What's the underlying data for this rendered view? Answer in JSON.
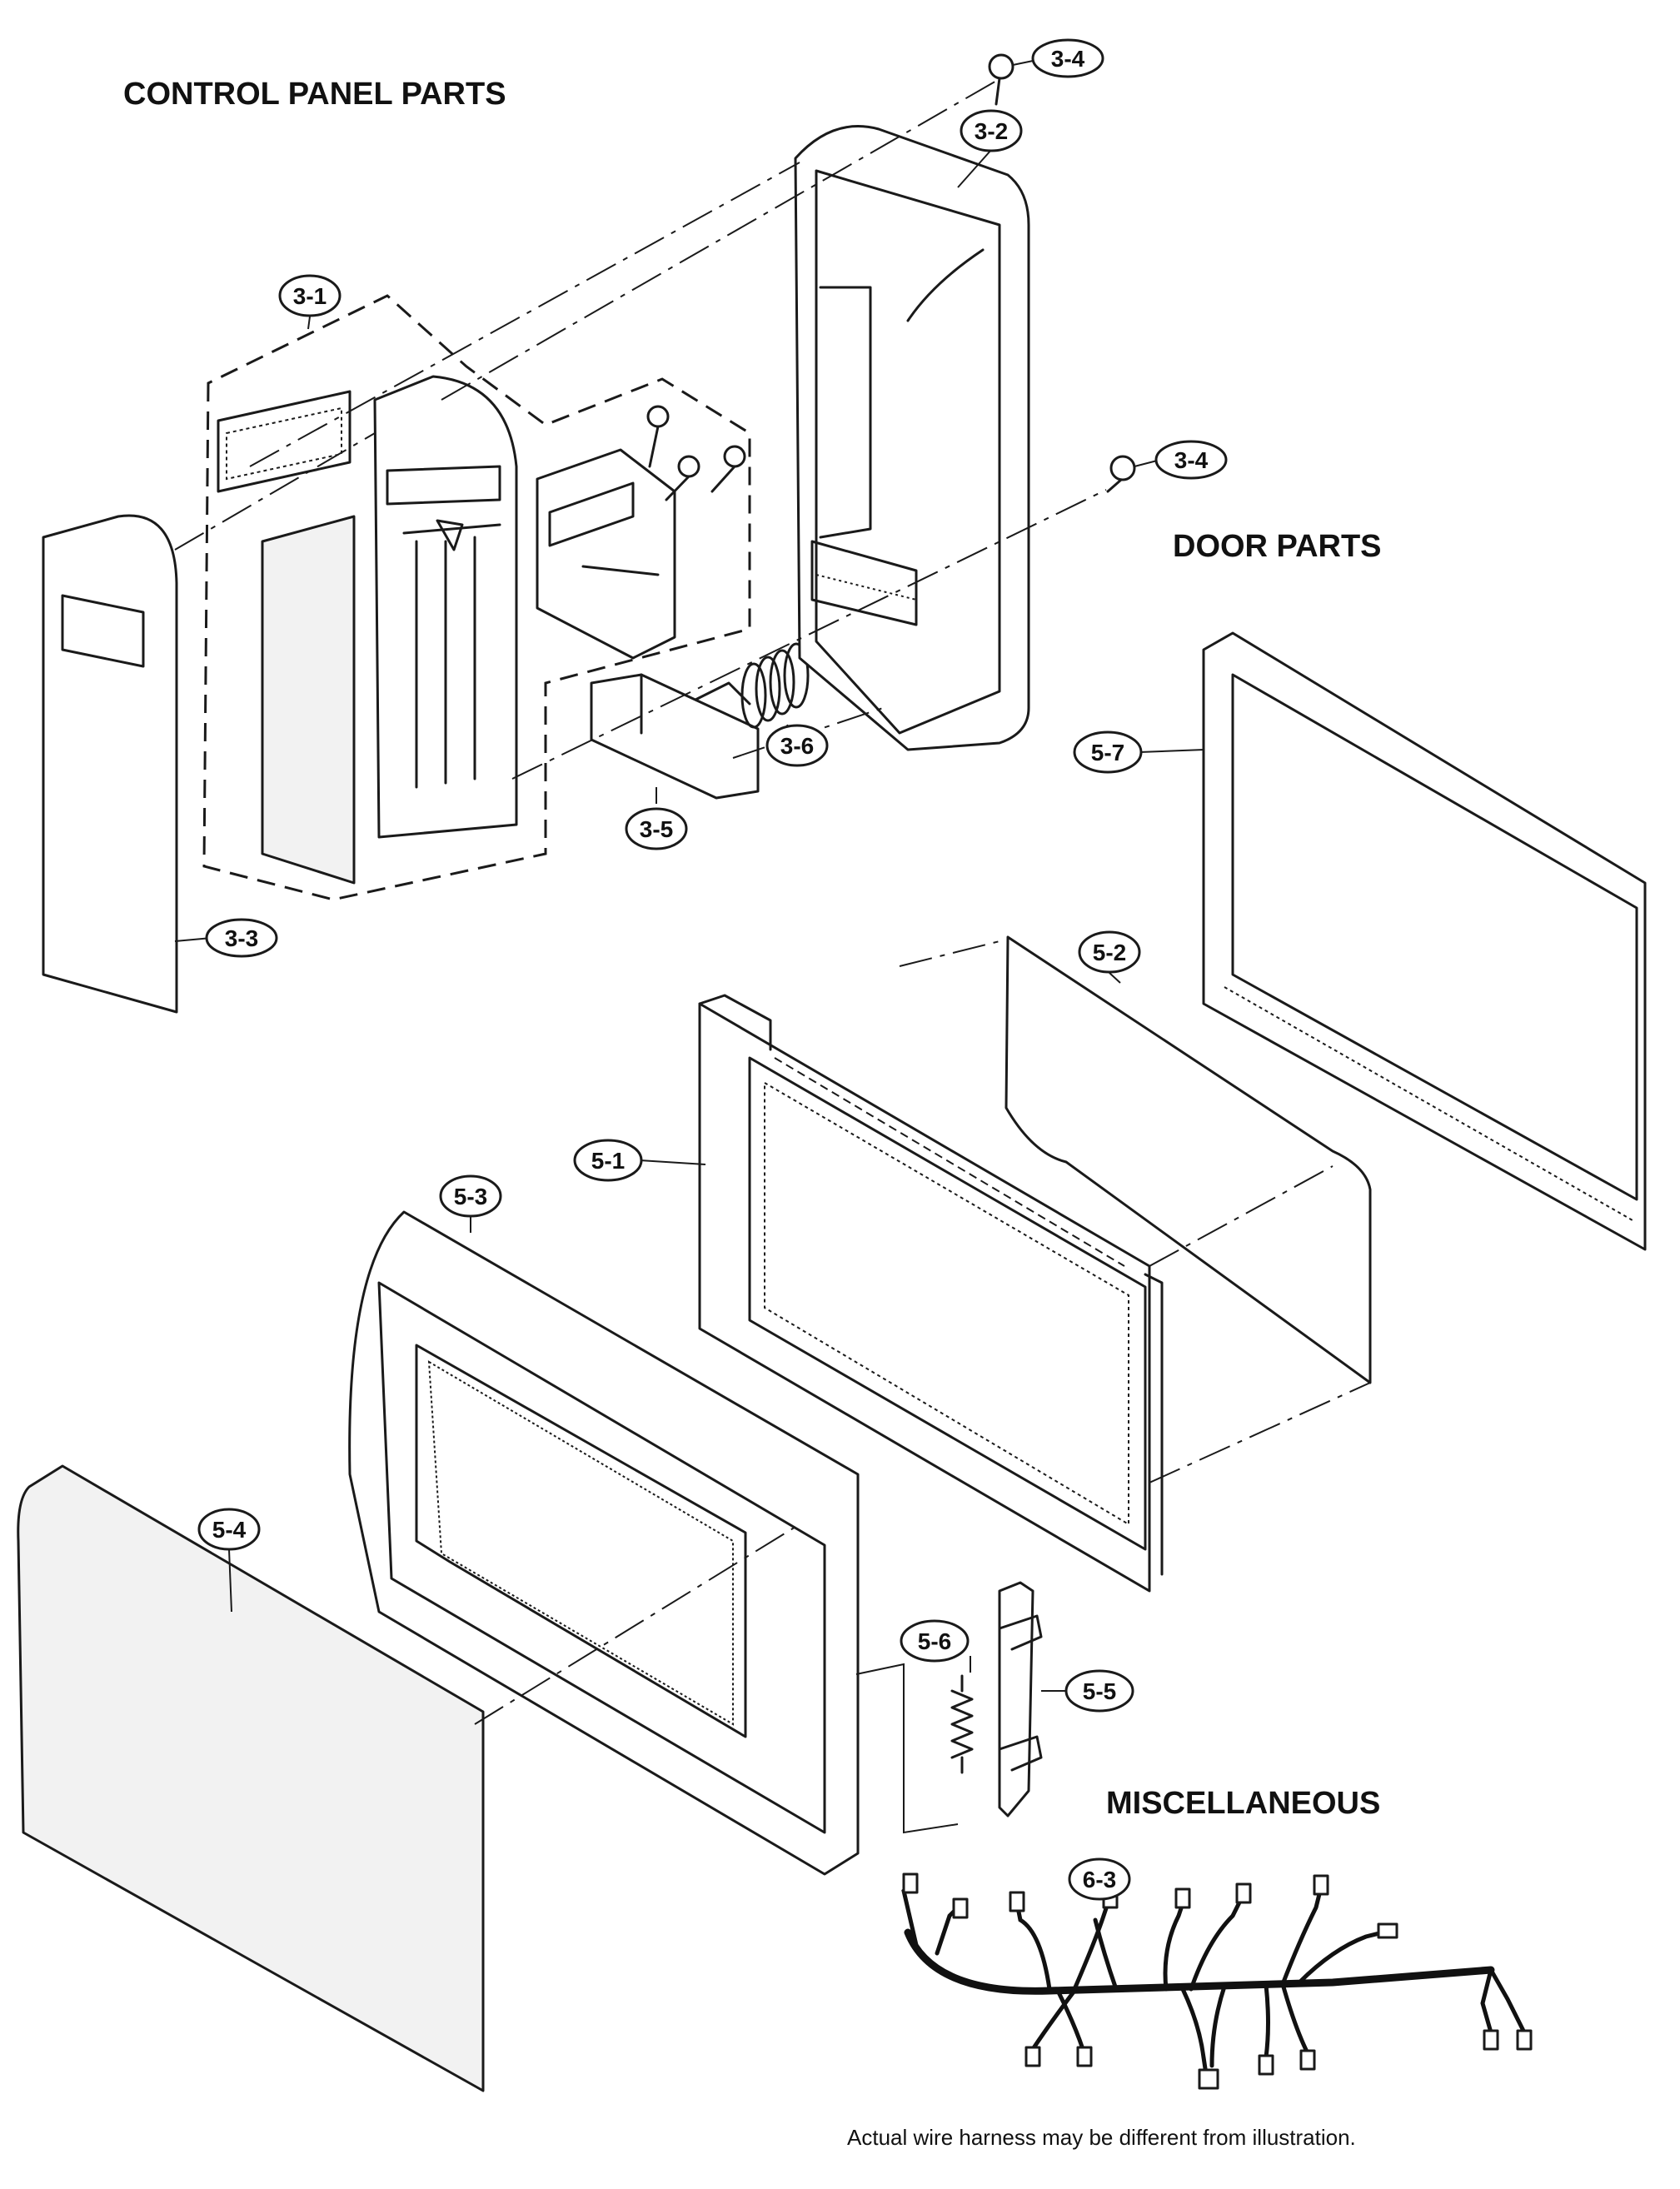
{
  "headings": {
    "control_panel": "CONTROL PANEL PARTS",
    "door": "DOOR PARTS",
    "misc": "MISCELLANEOUS"
  },
  "note": "Actual wire harness may be different from illustration.",
  "callouts": {
    "c3_1": "3-1",
    "c3_2": "3-2",
    "c3_3": "3-3",
    "c3_4_top": "3-4",
    "c3_4_mid": "3-4",
    "c3_5": "3-5",
    "c3_6": "3-6",
    "c5_1": "5-1",
    "c5_2": "5-2",
    "c5_3": "5-3",
    "c5_4": "5-4",
    "c5_5": "5-5",
    "c5_6": "5-6",
    "c5_7": "5-7",
    "c6_3": "6-3"
  }
}
